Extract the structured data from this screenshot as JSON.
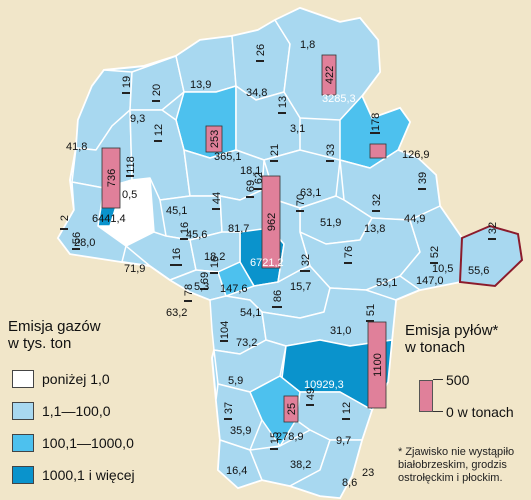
{
  "colors": {
    "background": "#f1e6c9",
    "class1": "#ffffff",
    "class2": "#a8d8f0",
    "class3": "#4dc1ee",
    "class4": "#0a93cc",
    "bar": "#e0809a",
    "border": "#ffffff",
    "highlight_border": "#8b1b2b"
  },
  "legend_gases": {
    "title_line1": "Emisja gazów",
    "title_line2": "w tys. ton",
    "classes": [
      {
        "label": "poniżej 1,0",
        "color": "#ffffff"
      },
      {
        "label": "1,1—100,0",
        "color": "#a8d8f0"
      },
      {
        "label": "100,1—1000,0",
        "color": "#4dc1ee"
      },
      {
        "label": "1000,1 i więcej",
        "color": "#0a93cc"
      }
    ]
  },
  "legend_dust": {
    "title_line1": "Emisja pyłów*",
    "title_line2": "w tonach",
    "max_label": "500",
    "zero_label": "0 w tonach"
  },
  "note": {
    "line1": "* Zjawisko nie wystąpiło",
    "line2": "białobrzeskim, grodzis",
    "line3": "ostrołęckim i płockim."
  },
  "gas_labels": [
    "1,8",
    "13,9",
    "34,8",
    "9,3",
    "41,8",
    "365,1",
    "3285,3",
    "3,1",
    "126,9",
    "0,5",
    "6441,4",
    "18,1",
    "63,1",
    "45,1",
    "44,9",
    "51,9",
    "13,8",
    "28,0",
    "45,6",
    "81,7",
    "6721,2",
    "71,9",
    "18,2",
    "5,3",
    "147,6",
    "63,2",
    "53,1",
    "147,0",
    "10,5",
    "55,6",
    "54,1",
    "15,7",
    "73,2",
    "31,0",
    "5,9",
    "10929,3",
    "35,9",
    "278,9",
    "9,7",
    "16,4",
    "38,2",
    "8,6",
    "23"
  ],
  "dust_labels": [
    "26",
    "422",
    "19",
    "20",
    "13",
    "253",
    "178",
    "21",
    "33",
    "12",
    "736",
    "118",
    "62",
    "44",
    "69",
    "962",
    "70",
    "32",
    "39",
    "2",
    "56",
    "16",
    "76",
    "16",
    "16",
    "52",
    "32",
    "69",
    "78",
    "86",
    "32",
    "104",
    "51",
    "1100",
    "37",
    "25",
    "49",
    "12",
    "15"
  ]
}
